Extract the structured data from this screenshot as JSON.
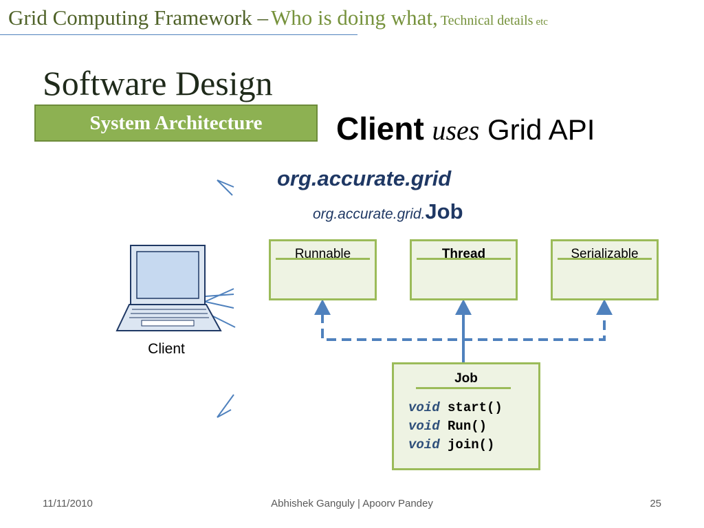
{
  "header": {
    "part1": "Grid Computing Framework –",
    "part2": "Who is doing what,",
    "part3": "Technical details",
    "part4": "etc"
  },
  "slide_title": "Software Design",
  "section_tag": "System Architecture",
  "heading": {
    "word1": "Client",
    "word2": "uses",
    "word3": "Grid API"
  },
  "package": {
    "name": "org.accurate.grid",
    "class_prefix": "org.accurate.grid.",
    "class_name": "Job"
  },
  "interfaces": [
    "Runnable",
    "Thread",
    "Serializable"
  ],
  "job": {
    "name": "Job",
    "methods": [
      {
        "keyword": "void",
        "name": "start()"
      },
      {
        "keyword": "void",
        "name": "Run()"
      },
      {
        "keyword": "void",
        "name": "join()"
      }
    ]
  },
  "client_label": "Client",
  "colors": {
    "accent_green": "#9bbb59",
    "header_green": "#4f6228",
    "arrow_blue": "#4f81bd",
    "package_navy": "#1f3864"
  },
  "icons": [
    "laptop-icon",
    "connection-lines"
  ],
  "footer": {
    "date": "11/11/2010",
    "authors": "Abhishek Ganguly  |  Apoorv Pandey",
    "page": "25"
  }
}
